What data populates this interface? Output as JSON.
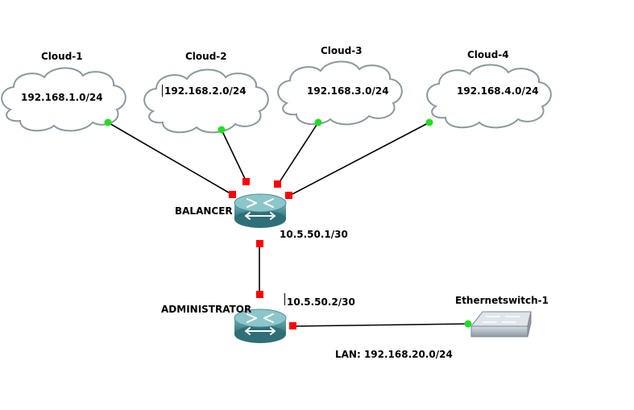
{
  "clouds": [
    {
      "name": "Cloud-1",
      "subnet": "192.168.1.0/24"
    },
    {
      "name": "Cloud-2",
      "subnet": "192.168.2.0/24"
    },
    {
      "name": "Cloud-3",
      "subnet": "192.168.3.0/24"
    },
    {
      "name": "Cloud-4",
      "subnet": "192.168.4.0/24"
    }
  ],
  "routers": {
    "balancer": {
      "name": "BALANCER",
      "ip": "10.5.50.1/30"
    },
    "administrator": {
      "name": "ADMINISTRATOR",
      "ip": "10.5.50.2/30"
    }
  },
  "switch": {
    "name": "Ethernetswitch-1"
  },
  "lan": {
    "label": "LAN: 192.168.20.0/24"
  },
  "colors": {
    "cloud_fill": "#ffffff",
    "cloud_stroke": "#8a9a9a",
    "link": "#000000",
    "port_router": "#ff0000",
    "port_endpoint": "#22dd22",
    "router_body": "#3f8a93",
    "router_top": "#8cc6ca",
    "switch_body": "#a9b3bb"
  }
}
